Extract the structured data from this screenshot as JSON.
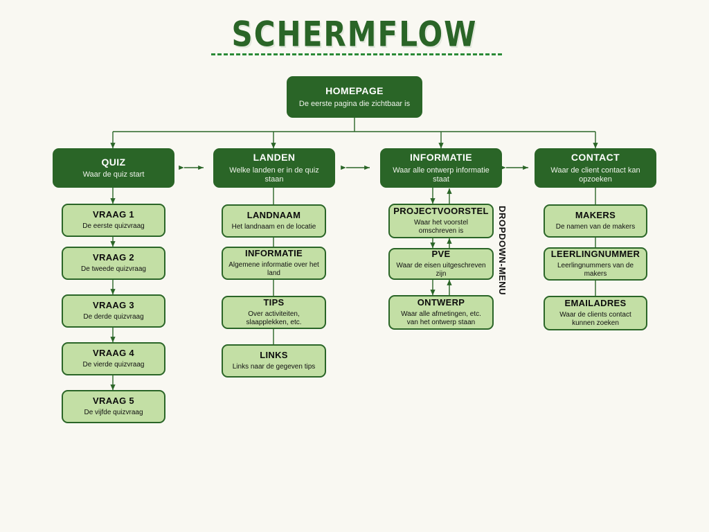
{
  "page": {
    "title": "SCHERMFLOW",
    "background_color": "#f9f8f2",
    "dark_node_color": "#2a6527",
    "light_node_color": "#c3dfa5",
    "connector_color": "#2a6527",
    "rule_color": "#2a8a36"
  },
  "root": {
    "title": "HOMEPAGE",
    "desc": "De eerste pagina die zichtbaar is"
  },
  "branches": [
    {
      "head": {
        "title": "QUIZ",
        "desc": "Waar de quiz start"
      },
      "children": [
        {
          "title": "VRAAG 1",
          "desc": "De eerste quizvraag"
        },
        {
          "title": "VRAAG 2",
          "desc": "De tweede quizvraag"
        },
        {
          "title": "VRAAG 3",
          "desc": "De derde quizvraag"
        },
        {
          "title": "VRAAG 4",
          "desc": "De vierde quizvraag"
        },
        {
          "title": "VRAAG 5",
          "desc": "De vijfde quizvraag"
        }
      ]
    },
    {
      "head": {
        "title": "LANDEN",
        "desc": "Welke landen er in de quiz staan"
      },
      "children": [
        {
          "title": "LANDNAAM",
          "desc": "Het landnaam en de locatie"
        },
        {
          "title": "INFORMATIE",
          "desc": "Algemene informatie over het land"
        },
        {
          "title": "TIPS",
          "desc": "Over activiteiten, slaapplekken, etc."
        },
        {
          "title": "LINKS",
          "desc": "Links naar de gegeven tips"
        }
      ]
    },
    {
      "head": {
        "title": "INFORMATIE",
        "desc": "Waar alle ontwerp informatie staat"
      },
      "side_label": "DROPDOWN-MENU",
      "children": [
        {
          "title": "PROJECTVOORSTEL",
          "desc": "Waar het voorstel omschreven is"
        },
        {
          "title": "PVE",
          "desc": "Waar de eisen uitgeschreven zijn"
        },
        {
          "title": "ONTWERP",
          "desc": "Waar alle afmetingen, etc. van het ontwerp staan"
        }
      ]
    },
    {
      "head": {
        "title": "CONTACT",
        "desc": "Waar de client contact kan opzoeken"
      },
      "children": [
        {
          "title": "MAKERS",
          "desc": "De namen van de makers"
        },
        {
          "title": "LEERLINGNUMMER",
          "desc": "Leerlingnummers van de makers"
        },
        {
          "title": "EMAILADRES",
          "desc": "Waar de clients contact kunnen zoeken"
        }
      ]
    }
  ]
}
